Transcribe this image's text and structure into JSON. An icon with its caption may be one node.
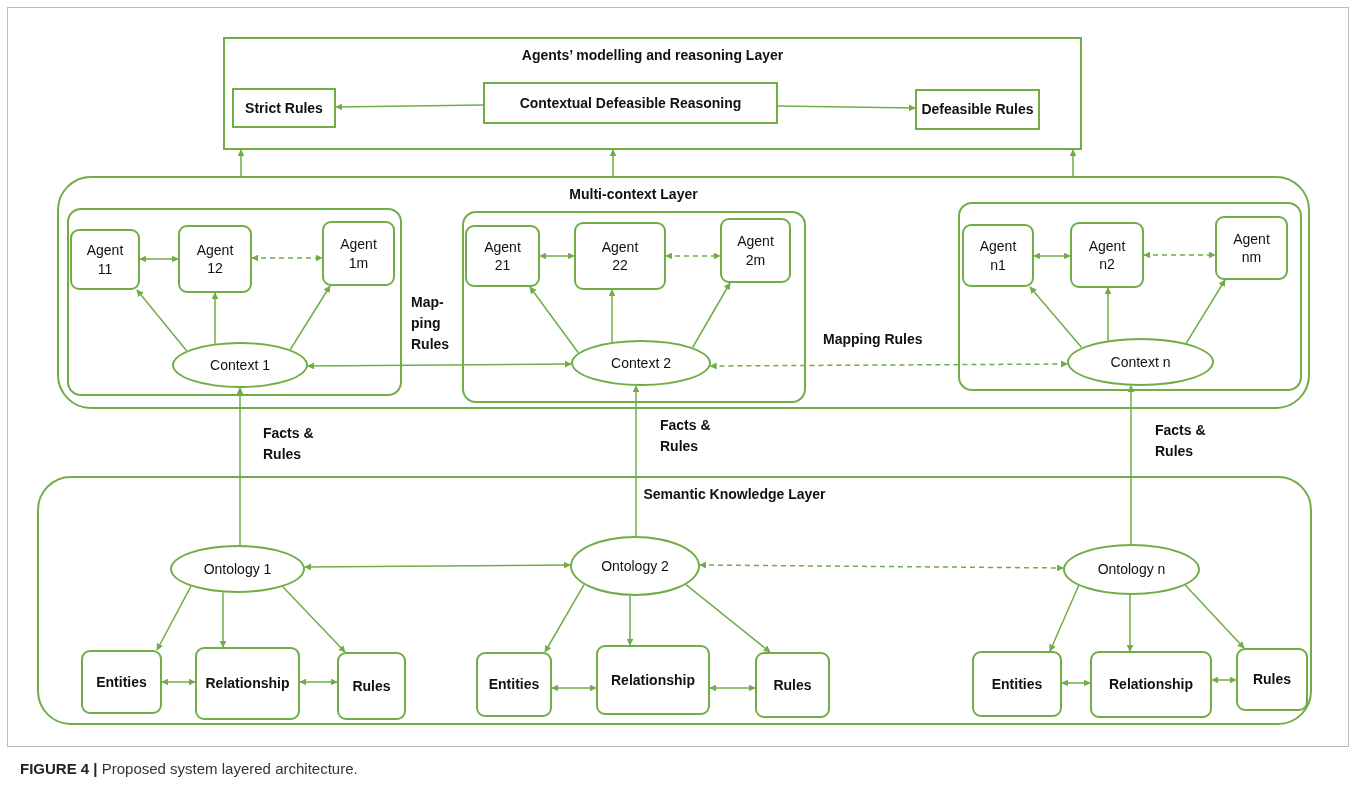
{
  "diagram": {
    "caption": "**FIGURE 4 |** Proposed system layered architecture.",
    "nodes": [
      {
        "text": [
          "Agents’ modelling and reasoning Layer"
        ]
      },
      {
        "text": [
          "Strict Rules"
        ],
        "in": 0
      },
      {
        "text": [
          "Contextual Defeasible Reasoning"
        ],
        "in": 0
      },
      {
        "text": [
          "Defeasible Rules"
        ],
        "in": 0
      },
      {
        "text": [
          "Multi-context Layer"
        ]
      },
      {
        "text": [],
        "shape": "box",
        "in": 4
      },
      {
        "text": [
          "Agent 11"
        ],
        "in": 5
      },
      {
        "text": [
          "Agent 12"
        ],
        "in": 5
      },
      {
        "text": [
          "Agent 1m"
        ],
        "in": 5
      },
      {
        "text": [
          "Context 1"
        ],
        "in": 5
      },
      {
        "text": [],
        "shape": "box",
        "in": 4
      },
      {
        "text": [
          "Agent 21"
        ],
        "in": 10
      },
      {
        "text": [
          "Agent 22"
        ],
        "in": 10
      },
      {
        "text": [
          "Agent 2m"
        ],
        "in": 10
      },
      {
        "text": [
          "Context 2"
        ],
        "in": 10
      },
      {
        "text": [],
        "shape": "box",
        "in": 4
      },
      {
        "text": [
          "Agent n1"
        ],
        "in": 15
      },
      {
        "text": [
          "Agent n2"
        ],
        "in": 15
      },
      {
        "text": [
          "Agent nm"
        ],
        "in": 15
      },
      {
        "text": [
          "Context n"
        ],
        "in": 15
      },
      {
        "text": [
          "Semantic Knowledge Layer"
        ]
      },
      {
        "text": [
          "Ontology 1"
        ],
        "in": 20
      },
      {
        "text": [
          "Entities"
        ],
        "in": 20
      },
      {
        "text": [
          "Relationship"
        ],
        "in": 20
      },
      {
        "text": [
          "Rules"
        ],
        "in": 20
      },
      {
        "text": [
          "Ontology 2"
        ],
        "in": 20
      },
      {
        "text": [
          "Entities"
        ],
        "in": 20
      },
      {
        "text": [
          "Relationship"
        ],
        "in": 20
      },
      {
        "text": [
          "Rules"
        ],
        "in": 20
      },
      {
        "text": [
          "Ontology n"
        ],
        "in": 20
      },
      {
        "text": [
          "Entities"
        ],
        "in": 20
      },
      {
        "text": [
          "Relationship"
        ],
        "in": 20
      },
      {
        "text": [
          "Rules"
        ],
        "in": 20
      }
    ],
    "edges": [
      {
        "from": 2,
        "to": 1,
        "arrow": "to"
      },
      {
        "from": 2,
        "to": 3,
        "arrow": "to"
      },
      {
        "from": 4,
        "to": 0,
        "arrow": "to"
      },
      {
        "from": 4,
        "to": 0,
        "arrow": "to"
      },
      {
        "from": 4,
        "to": 0,
        "arrow": "to"
      },
      {
        "from": 6,
        "to": 7,
        "arrow": "both"
      },
      {
        "from": 7,
        "to": 8,
        "arrow": "both",
        "style": "dashed"
      },
      {
        "from": 9,
        "to": 6,
        "arrow": "to"
      },
      {
        "from": 9,
        "to": 7,
        "arrow": "to"
      },
      {
        "from": 9,
        "to": 8,
        "arrow": "to"
      },
      {
        "from": 11,
        "to": 12,
        "arrow": "both"
      },
      {
        "from": 12,
        "to": 13,
        "arrow": "both",
        "style": "dashed"
      },
      {
        "from": 14,
        "to": 11,
        "arrow": "to"
      },
      {
        "from": 14,
        "to": 12,
        "arrow": "to"
      },
      {
        "from": 14,
        "to": 13,
        "arrow": "to"
      },
      {
        "from": 16,
        "to": 17,
        "arrow": "both"
      },
      {
        "from": 17,
        "to": 18,
        "arrow": "both",
        "style": "dashed"
      },
      {
        "from": 19,
        "to": 16,
        "arrow": "to"
      },
      {
        "from": 19,
        "to": 17,
        "arrow": "to"
      },
      {
        "from": 19,
        "to": 18,
        "arrow": "to"
      },
      {
        "from": 9,
        "to": 14,
        "arrow": "both",
        "label": "Map- ping Rules"
      },
      {
        "from": 14,
        "to": 19,
        "arrow": "both",
        "style": "dashed",
        "label": "Mapping Rules"
      },
      {
        "from": 21,
        "to": 9,
        "arrow": "to",
        "label": "Facts & Rules"
      },
      {
        "from": 25,
        "to": 14,
        "arrow": "to",
        "label": "Facts & Rules"
      },
      {
        "from": 29,
        "to": 19,
        "arrow": "to",
        "label": "Facts & Rules"
      },
      {
        "from": 21,
        "to": 25,
        "arrow": "both"
      },
      {
        "from": 25,
        "to": 29,
        "arrow": "both",
        "style": "dashed"
      },
      {
        "from": 21,
        "to": 22,
        "arrow": "to"
      },
      {
        "from": 21,
        "to": 23,
        "arrow": "to"
      },
      {
        "from": 21,
        "to": 24,
        "arrow": "to"
      },
      {
        "from": 22,
        "to": 23,
        "arrow": "both"
      },
      {
        "from": 23,
        "to": 24,
        "arrow": "both"
      },
      {
        "from": 25,
        "to": 26,
        "arrow": "to"
      },
      {
        "from": 25,
        "to": 27,
        "arrow": "to"
      },
      {
        "from": 25,
        "to": 28,
        "arrow": "to"
      },
      {
        "from": 26,
        "to": 27,
        "arrow": "both"
      },
      {
        "from": 27,
        "to": 28,
        "arrow": "both"
      },
      {
        "from": 29,
        "to": 30,
        "arrow": "to"
      },
      {
        "from": 29,
        "to": 31,
        "arrow": "to"
      },
      {
        "from": 29,
        "to": 32,
        "arrow": "to"
      },
      {
        "from": 30,
        "to": 31,
        "arrow": "both"
      },
      {
        "from": 31,
        "to": 32,
        "arrow": "both"
      }
    ]
  }
}
